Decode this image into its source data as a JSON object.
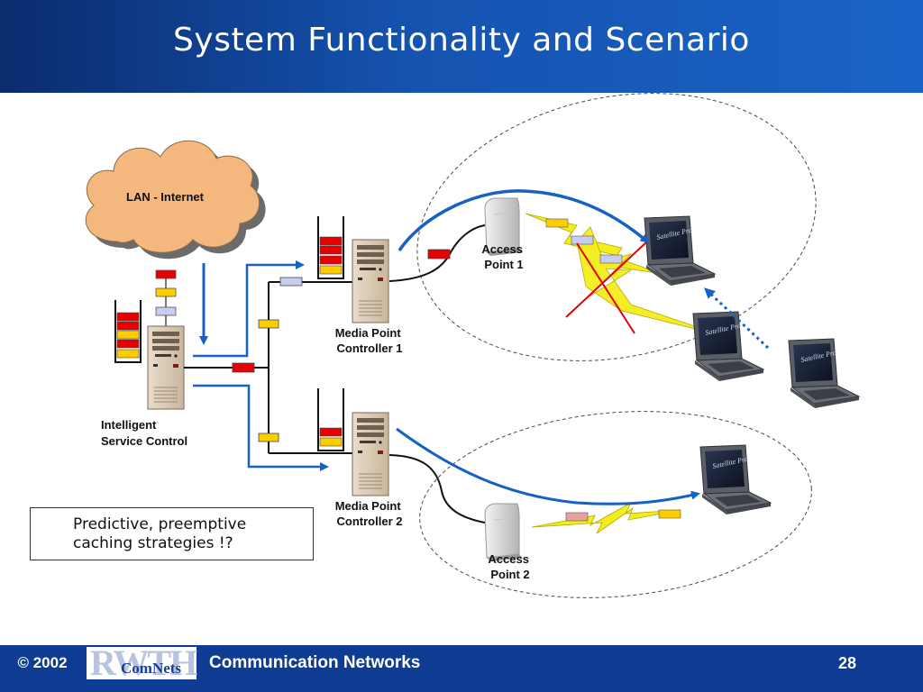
{
  "slide": {
    "title": "System Functionality and Scenario"
  },
  "diagram": {
    "cloud_label": "LAN - Internet",
    "isc_label": [
      "Intelligent",
      "Service Control"
    ],
    "mpc1_label": [
      "Media Point",
      "Controller 1"
    ],
    "mpc2_label": [
      "Media Point",
      "Controller 2"
    ],
    "ap1_label": [
      "Access",
      "Point 1"
    ],
    "ap2_label": [
      "Access",
      "Point 2"
    ],
    "laptop_brand": "Satellite Pro",
    "packet_colors": {
      "red": "#e60000",
      "yellow": "#ffcc00",
      "lavender": "#c9ccf2",
      "teal": "#7fd6c8"
    }
  },
  "note": {
    "lines": [
      "Predictive, preemptive",
      "caching strategies !?"
    ]
  },
  "footer": {
    "copyright": "© 2002",
    "logo_text": "ComNets",
    "label": "Communication Networks",
    "page_number": "28"
  }
}
